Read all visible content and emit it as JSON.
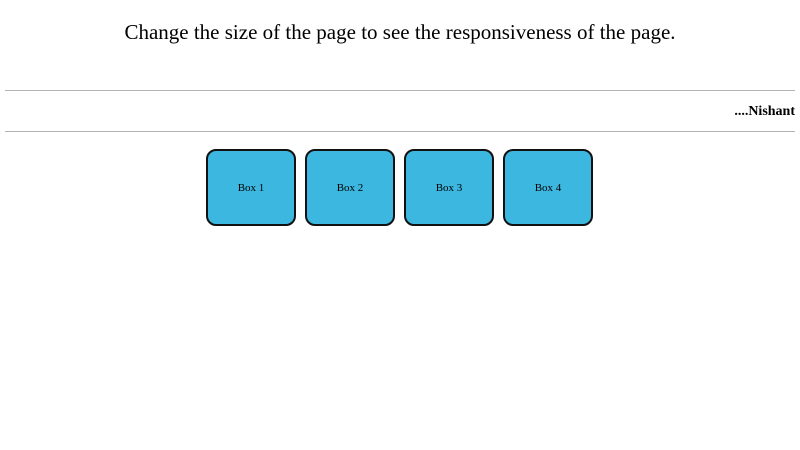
{
  "heading": "Change the size of the page to see the responsiveness of the page.",
  "signature": "....Nishant",
  "boxes": [
    {
      "label": "Box 1"
    },
    {
      "label": "Box 2"
    },
    {
      "label": "Box 3"
    },
    {
      "label": "Box 4"
    }
  ],
  "colors": {
    "box_fill": "#3bb7e0",
    "box_border": "#111111",
    "rule": "#b3b3b3"
  }
}
